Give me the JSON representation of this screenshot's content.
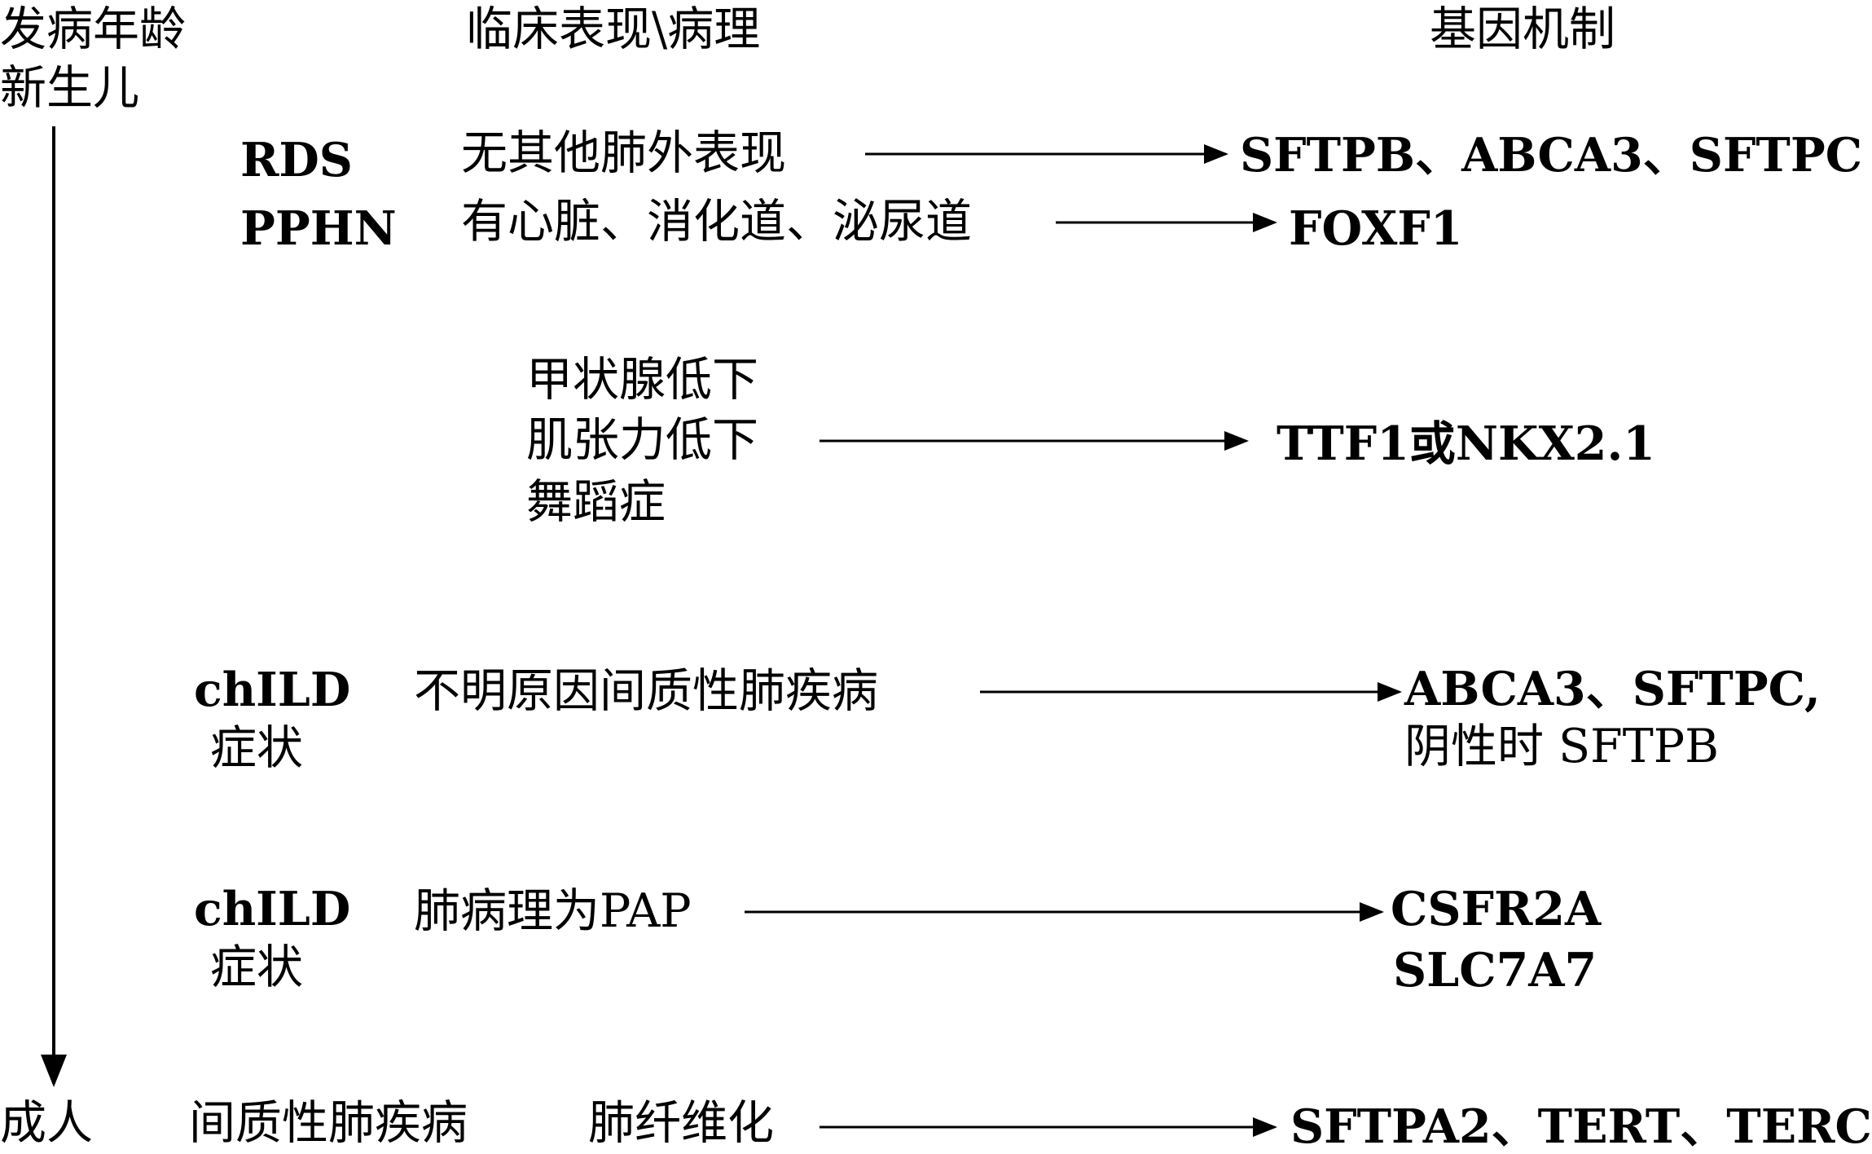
{
  "header": {
    "age": "发病年龄",
    "clinical": "临床表现\\病理",
    "genetic": "基因机制"
  },
  "axis": {
    "start": "新生儿",
    "end": "成人"
  },
  "rows": [
    {
      "label": "RDS",
      "symptom": "无其他肺外表现",
      "gene": "SFTPB、ABCA3、SFTPC"
    },
    {
      "label": "PPHN",
      "symptom": "有心脏、消化道、泌尿道",
      "gene": "FOXF1"
    },
    {
      "symptom_lines": [
        "甲状腺低下",
        "肌张力低下",
        "舞蹈症"
      ],
      "gene": "TTF1或NKX2.1"
    },
    {
      "label_lines": [
        "chILD",
        "症状"
      ],
      "symptom": "不明原因间质性肺疾病",
      "gene_lines": [
        "ABCA3、SFTPC,",
        "阴性时 SFTPB"
      ]
    },
    {
      "label_lines": [
        "chILD",
        "症状"
      ],
      "symptom": "肺病理为PAP",
      "gene_lines": [
        "CSFR2A",
        "SLC7A7"
      ]
    },
    {
      "label": "间质性肺疾病",
      "symptom": "肺纤维化",
      "gene": "SFTPA2、TERT、TERC"
    }
  ]
}
